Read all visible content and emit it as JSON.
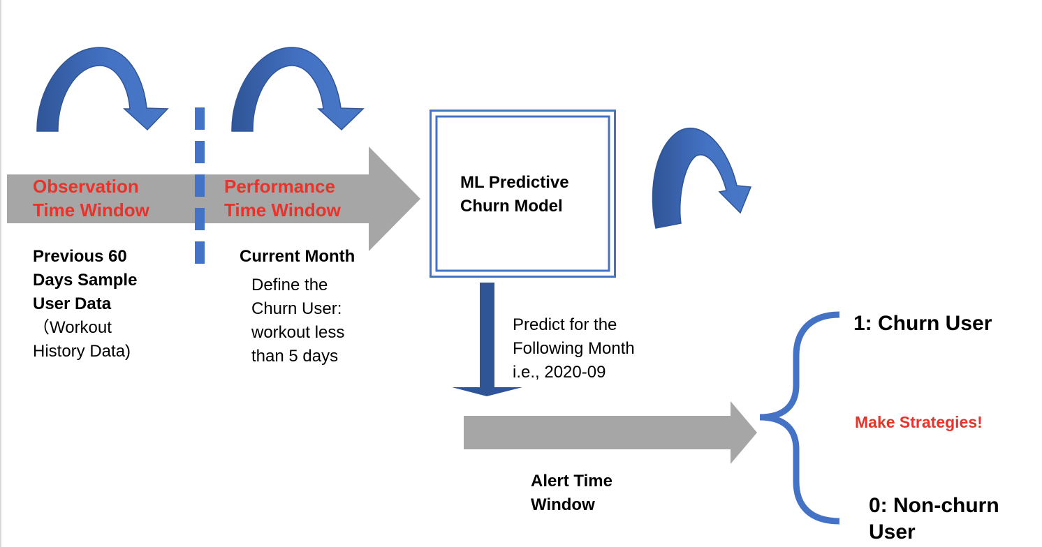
{
  "colors": {
    "arrow_gray": "#a6a6a6",
    "accent_blue": "#4472c4",
    "dark_blue": "#2f5597",
    "highlight_red": "#e8332a",
    "text": "#000000"
  },
  "observation": {
    "label": "Observation\nTime Window",
    "description_bold": "Previous 60\nDays Sample\nUser Data",
    "description_note": "（Workout\nHistory Data)"
  },
  "performance": {
    "label": "Performance\nTime Window",
    "period": "Current Month",
    "definition": "Define the\nChurn User:\nworkout less\nthan 5 days"
  },
  "model": {
    "label": "ML Predictive\nChurn Model"
  },
  "prediction": {
    "note": "Predict for the\nFollowing Month\ni.e., 2020-09"
  },
  "alert": {
    "label": "Alert Time\nWindow"
  },
  "outcomes": {
    "churn": "1: Churn User",
    "non_churn": "0: Non-churn\nUser",
    "call_to_action": "Make Strategies!"
  }
}
